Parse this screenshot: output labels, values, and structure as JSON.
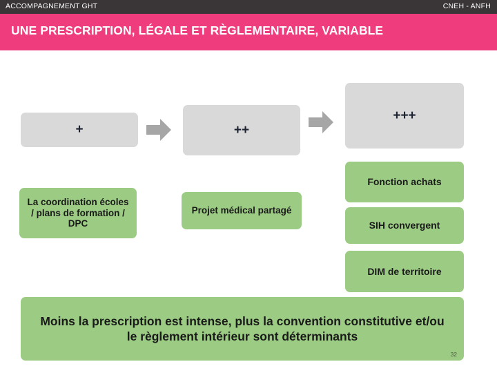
{
  "topbar": {
    "left_label": "ACCOMPAGNEMENT GHT",
    "right_label": "CNEH - ANFH"
  },
  "title_band": {
    "heading": "UNE PRESCRIPTION, LÉGALE ET RÈGLEMENTAIRE, VARIABLE"
  },
  "intensity_row": {
    "levels": [
      {
        "label": "+"
      },
      {
        "label": "++"
      },
      {
        "label": "+++"
      }
    ],
    "arrow_icon": "right-arrow-icon"
  },
  "items": {
    "coordination": "La coordination écoles / plans de formation / DPC",
    "projet_medical": "Projet médical partagé",
    "fonction_achats": "Fonction achats",
    "sih_convergent": "SIH convergent",
    "dim_territoire": "DIM de territoire"
  },
  "conclusion": {
    "text": "Moins la prescription est intense, plus la convention constitutive et/ou le règlement intérieur sont déterminants",
    "page_number": "32"
  },
  "colors": {
    "header_dark": "#3a3537",
    "accent_pink": "#ef3c7d",
    "box_gray": "#d9d9d9",
    "box_green": "#9ccc84",
    "arrow_gray": "#a6a6a6"
  }
}
